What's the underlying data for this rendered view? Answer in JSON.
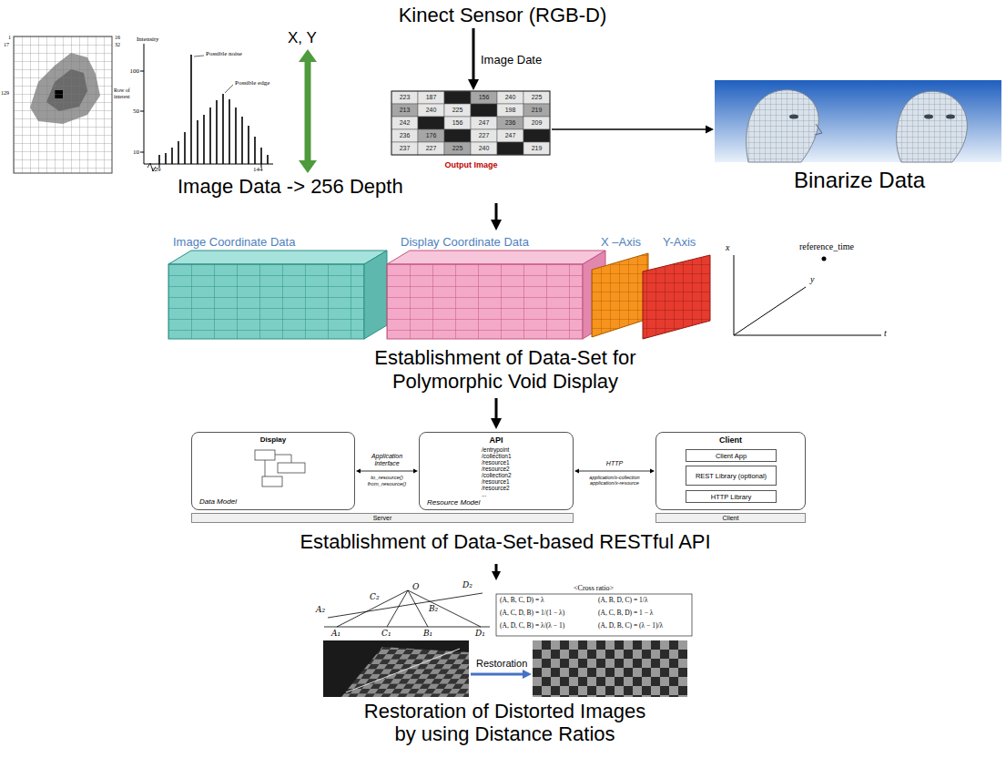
{
  "diagram": {
    "nodes": [
      {
        "text": [
          "Kinect Sensor (RGB-D)"
        ]
      },
      {
        "text": [
          "Output Image"
        ]
      },
      {
        "text": [
          "Binarize Data"
        ]
      },
      {
        "text": [
          "Image Data -> 256 Depth"
        ]
      },
      {
        "text": [
          "Establishment of Data-Set for Polymorphic Void Display"
        ]
      },
      {
        "text": [
          "Establishment of Data-Set-based RESTful API"
        ]
      },
      {
        "text": [
          "Display",
          "Data Model"
        ],
        "in": 5
      },
      {
        "text": [
          "API",
          "/entrypoint /collection1 /resource1 /resource2 /collection2 /resource1 /resource2 ...",
          "Resource Model"
        ],
        "in": 5
      },
      {
        "text": [
          "Client"
        ],
        "in": 5
      },
      {
        "text": [
          "Client App"
        ],
        "in": 8
      },
      {
        "text": [
          "REST Library (optional)"
        ],
        "in": 8
      },
      {
        "text": [
          "HTTP Library"
        ],
        "in": 8
      },
      {
        "text": [
          "Server"
        ],
        "in": 5
      },
      {
        "text": [
          "Client"
        ],
        "in": 5
      },
      {
        "text": [
          "Restoration of Distorted Images by using Distance Ratios"
        ]
      }
    ],
    "edges": [
      {
        "from": 0,
        "to": 1,
        "arrow": "to",
        "label": "Image Date"
      },
      {
        "from": 1,
        "to": 2,
        "arrow": "to"
      },
      {
        "from": 3,
        "to": 4,
        "arrow": "to"
      },
      {
        "from": 4,
        "to": 5,
        "arrow": "to"
      },
      {
        "from": 5,
        "to": 14,
        "arrow": "to"
      },
      {
        "from": 6,
        "to": 7,
        "arrow": "both",
        "label": "Application Interface"
      },
      {
        "from": 7,
        "to": 8,
        "arrow": "both",
        "label": "HTTP"
      }
    ],
    "labels": [
      "1",
      "17",
      "16",
      "32",
      "129",
      "Row of interest",
      "Intensity",
      "100",
      "50",
      "10",
      "129",
      "144",
      "Possible noise",
      "Possible edge",
      "X, Y",
      "223",
      "187",
      "156",
      "240",
      "225",
      "213",
      "240",
      "225",
      "198",
      "219",
      "242",
      "156",
      "247",
      "236",
      "209",
      "236",
      "176",
      "227",
      "247",
      "237",
      "227",
      "225",
      "240",
      "219",
      "Image Coordinate Data",
      "Display Coordinate Data",
      "X –Axis",
      "Y-Axis",
      "x",
      "y",
      "t",
      "reference_time",
      "to_resource() from_resource()",
      "application/x-collection application/x-resource",
      "O",
      "D₂",
      "A₂",
      "C₂",
      "B₂",
      "A₁",
      "C₁",
      "B₁",
      "D₁",
      "<Cross ratio>",
      "(A, B, C, D) = λ",
      "(A, B, D, C) = 1/λ",
      "(A, C, D, B) = 1/(1 − λ)",
      "(A, C, B, D) = 1 − λ",
      "(A, D, C, B) = λ/(λ − 1)",
      "(A, D, B, C) = (λ − 1)/λ",
      "Restoration"
    ]
  }
}
